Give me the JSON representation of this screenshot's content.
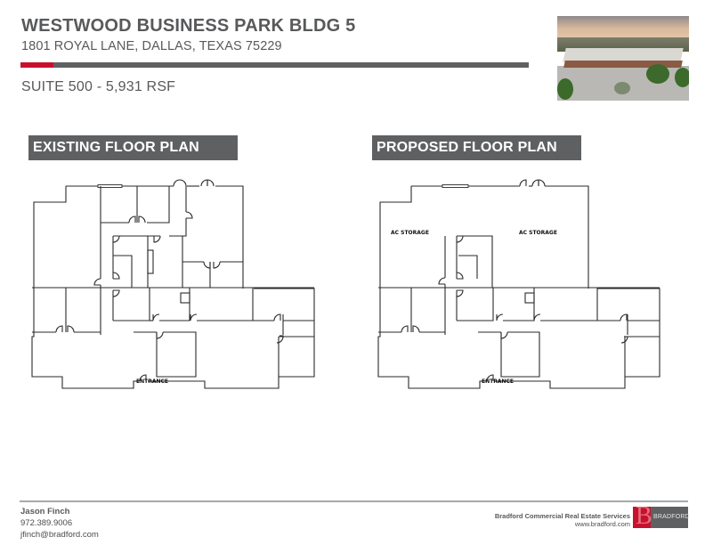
{
  "header": {
    "title": "WESTWOOD BUSINESS PARK BLDG 5",
    "address": "1801 ROYAL LANE, DALLAS, TEXAS 75229",
    "suite": "SUITE 500 - 5,931 RSF",
    "photo_alt": "aerial-building-photo"
  },
  "colors": {
    "accent_red": "#c8102e",
    "brand_gray": "#5f6062",
    "text_gray": "#58595b"
  },
  "plans": {
    "existing": {
      "label": "EXISTING FLOOR PLAN",
      "entrance_label": "ENTRANCE"
    },
    "proposed": {
      "label": "PROPOSED FLOOR PLAN",
      "entrance_label": "ENTRANCE",
      "room_labels": [
        "AC STORAGE",
        "AC STORAGE"
      ]
    }
  },
  "footer": {
    "contact": {
      "name": "Jason Finch",
      "phone": "972.389.9006",
      "email": "jfinch@bradford.com"
    },
    "company": {
      "name": "Bradford Commercial Real Estate Services",
      "url": "www.bradford.com",
      "logo_letter": "B",
      "logo_text": "BRADFORD"
    }
  }
}
